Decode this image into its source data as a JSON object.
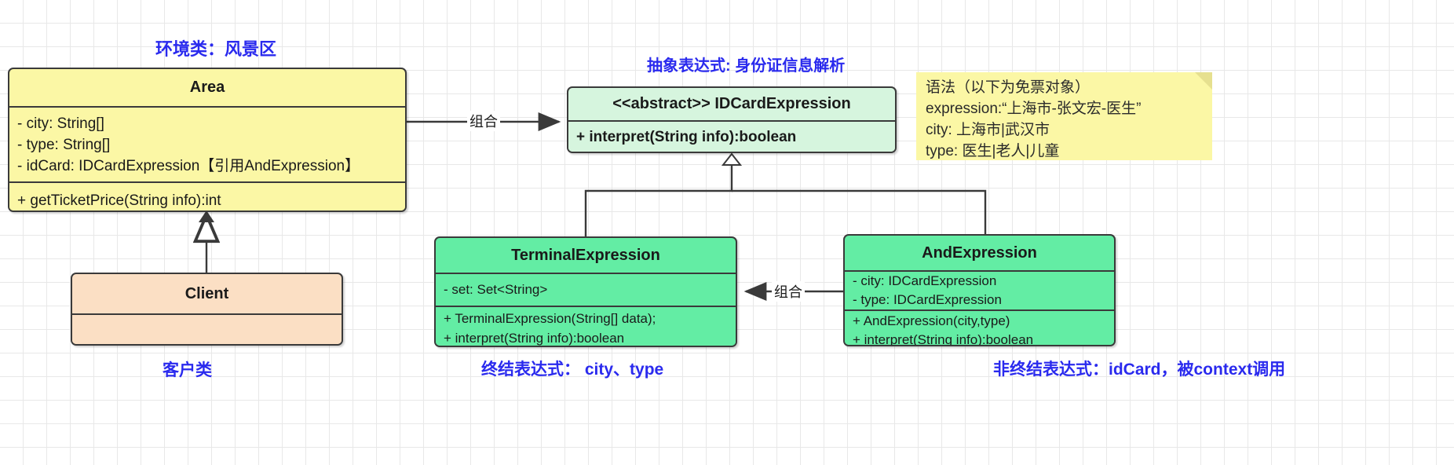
{
  "diagram": {
    "type": "uml-class-diagram",
    "title_labels": {
      "area": "环境类：风景区",
      "abstract": "抽象表达式: 身份证信息解析",
      "client": "客户类",
      "terminal": "终结表达式： city、type",
      "and": "非终结表达式：idCard，被context调用"
    },
    "classes": [
      {
        "id": "area",
        "name": "Area",
        "color": "#fbf7a5",
        "attributes": [
          "- city: String[]",
          "- type: String[]",
          "- idCard: IDCardExpression【引用AndExpression】"
        ],
        "operations": [
          "+ getTicketPrice(String info):int"
        ]
      },
      {
        "id": "idcard",
        "name": "<<abstract>> IDCardExpression",
        "color": "#d6f5de",
        "attributes": [],
        "operations": [
          "+ interpret(String info):boolean"
        ]
      },
      {
        "id": "terminal",
        "name": "TerminalExpression",
        "color": "#63eda4",
        "attributes": [
          "- set: Set<String>"
        ],
        "operations": [
          "+ TerminalExpression(String[] data);",
          "+ interpret(String info):boolean"
        ]
      },
      {
        "id": "and",
        "name": "AndExpression",
        "color": "#63eda4",
        "attributes": [
          "- city: IDCardExpression",
          "- type: IDCardExpression"
        ],
        "operations": [
          "+ AndExpression(city,type)",
          "+ interpret(String info):boolean"
        ]
      },
      {
        "id": "client",
        "name": "Client",
        "color": "#fbdfc4",
        "attributes": [],
        "operations": [
          ""
        ]
      }
    ],
    "relations": [
      {
        "id": "area-to-idcard",
        "label": "组合",
        "kind": "composition-arrow",
        "from": "area",
        "to": "idcard"
      },
      {
        "id": "and-to-terminal",
        "label": "组合",
        "kind": "composition-arrow",
        "from": "and",
        "to": "terminal"
      },
      {
        "id": "client-to-area",
        "label": "",
        "kind": "generalization",
        "from": "client",
        "to": "area"
      },
      {
        "id": "terminal-to-idcard",
        "label": "",
        "kind": "generalization",
        "from": "terminal",
        "to": "idcard"
      },
      {
        "id": "and-to-idcard",
        "label": "",
        "kind": "generalization",
        "from": "and",
        "to": "idcard"
      }
    ],
    "note": {
      "lines": [
        "语法（以下为免票对象）",
        "expression:“上海市-张文宏-医生”",
        "city: 上海市|武汉市",
        "type: 医生|老人|儿童"
      ]
    },
    "colors": {
      "label_blue": "#2a2aee",
      "line": "#3a3a3a",
      "grid": "#e8e8e8"
    }
  }
}
